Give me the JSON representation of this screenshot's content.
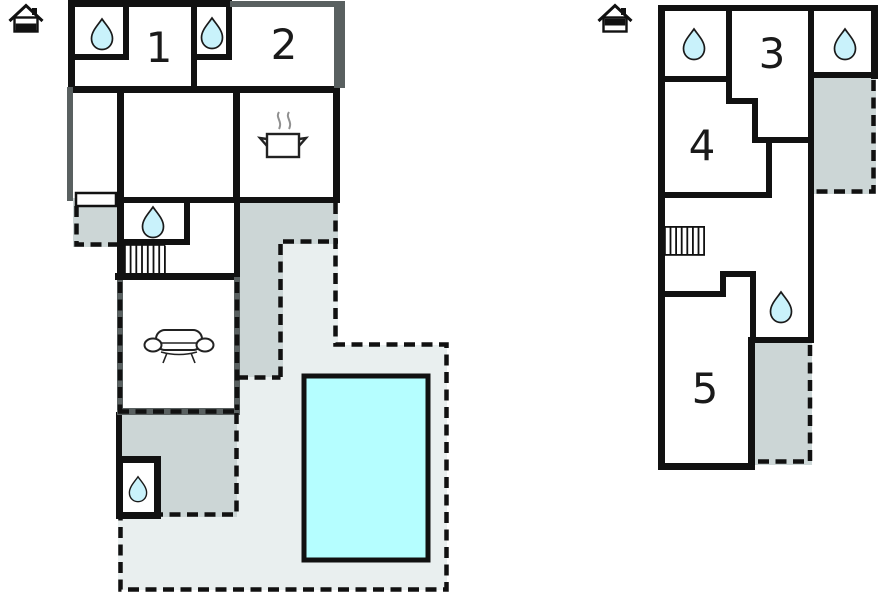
{
  "title": "Holiday home floor plan",
  "colors": {
    "wall_black": "#111111",
    "wall_grey": "#596060",
    "terrace_grey_fill": "#ccd6d6",
    "patio_light_fill": "#e9efef",
    "pool_fill": "#b5feff",
    "water_drop_fill": "#c9f2fb",
    "steam_grey": "#909090"
  },
  "plans": [
    {
      "name": "ground-floor",
      "level_icon": "house-ground-floor-icon",
      "rooms": [
        {
          "number": "1"
        },
        {
          "number": "2"
        }
      ],
      "icons": [
        "water-drop-icon",
        "water-drop-icon",
        "water-drop-icon",
        "water-drop-icon",
        "kitchen-pot-icon",
        "sofa-icon",
        "stairs-icon",
        "window",
        "pool"
      ]
    },
    {
      "name": "upper-floor",
      "level_icon": "house-upper-floor-icon",
      "rooms": [
        {
          "number": "3"
        },
        {
          "number": "4"
        },
        {
          "number": "5"
        }
      ],
      "icons": [
        "water-drop-icon",
        "water-drop-icon",
        "water-drop-icon",
        "stairs-icon"
      ]
    }
  ]
}
